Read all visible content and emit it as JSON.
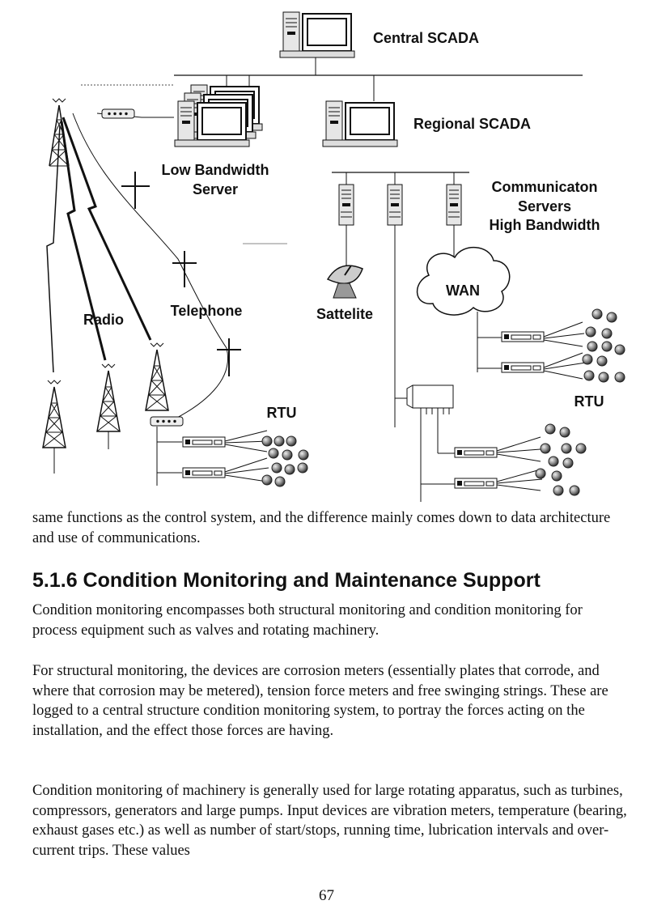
{
  "figure": {
    "labels": {
      "central_scada": "Central SCADA",
      "regional_scada": "Regional SCADA",
      "low_bandwidth_line1": "Low Bandwidth",
      "low_bandwidth_line2": "Server",
      "comm_line1": "Communicaton",
      "comm_line2": "Servers",
      "comm_line3": "High Bandwidth",
      "wan": "WAN",
      "radio": "Radio",
      "telephone": "Telephone",
      "satellite": "Sattelite",
      "rtu_left": "RTU",
      "rtu_right": "RTU"
    }
  },
  "text": {
    "continuation": "same functions as the control system, and the difference mainly comes down to data architecture and use of communications.",
    "heading": "5.1.6 Condition Monitoring and Maintenance Support",
    "para1": "Condition monitoring encompasses both structural monitoring and condition monitoring for process equipment such as valves and rotating machinery.",
    "para2": "For structural monitoring, the devices are corrosion meters (essentially plates that corrode, and where that corrosion may be metered), tension force meters and free swinging strings. These are logged to a central structure condition monitoring system, to portray the forces acting on the installation, and the effect those forces are having.",
    "para3": "Condition monitoring of machinery is generally used for large rotating apparatus, such as turbines, compressors, generators and large pumps.  Input devices are vibration meters, temperature (bearing, exhaust gases etc.) as well as number of start/stops, running time, lubrication intervals and over-current trips. These values"
  },
  "page_number": "67"
}
